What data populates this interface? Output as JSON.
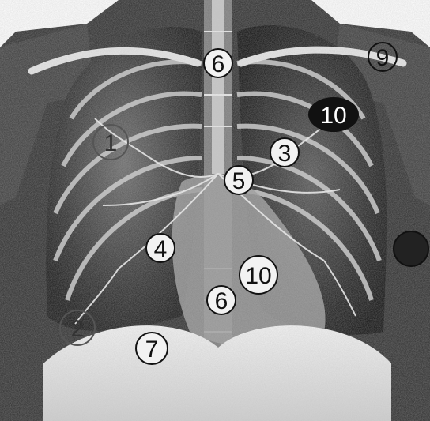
{
  "image": {
    "subject": "chest radiograph illustration",
    "colors": {
      "background": "#ffffff",
      "dark": "#1a1a1a",
      "mid": "#5a5a5a",
      "light": "#e8e8e8"
    }
  },
  "markers": [
    {
      "id": "6-top",
      "label": "6",
      "style": "outline"
    },
    {
      "id": "9",
      "label": "9",
      "style": "outline"
    },
    {
      "id": "10-top",
      "label": "10",
      "style": "filled"
    },
    {
      "id": "1",
      "label": "1",
      "style": "outline-faint"
    },
    {
      "id": "3",
      "label": "3",
      "style": "outline"
    },
    {
      "id": "5",
      "label": "5",
      "style": "outline"
    },
    {
      "id": "4",
      "label": "4",
      "style": "outline"
    },
    {
      "id": "10-mid",
      "label": "10",
      "style": "outline"
    },
    {
      "id": "6-mid",
      "label": "6",
      "style": "outline"
    },
    {
      "id": "2",
      "label": "2",
      "style": "outline-faint"
    },
    {
      "id": "7",
      "label": "7",
      "style": "outline"
    },
    {
      "id": "8",
      "label": "",
      "style": "filled-partial"
    }
  ]
}
